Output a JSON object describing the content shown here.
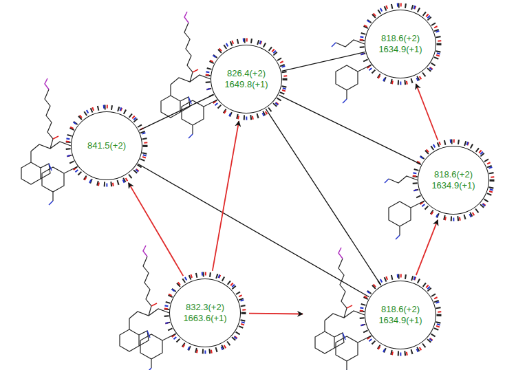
{
  "diagram": {
    "nodes": [
      {
        "text": [
          "826.4(+2)",
          "1649.8(+1)"
        ]
      },
      {
        "text": [
          "818.6(+2)",
          "1634.9(+1)"
        ]
      },
      {
        "text": [
          "841.5(+2)"
        ]
      },
      {
        "text": [
          "818.6(+2)",
          "1634.9(+1)"
        ]
      },
      {
        "text": [
          "832.3(+2)",
          "1663.6(+1)"
        ]
      },
      {
        "text": [
          "818.6(+2)",
          "1634.9(+1)"
        ]
      }
    ],
    "edges": [
      {
        "from": 0,
        "to": 1,
        "arrow": "none"
      },
      {
        "from": 2,
        "to": 0,
        "arrow": "none"
      },
      {
        "from": 0,
        "to": 3,
        "arrow": "none"
      },
      {
        "from": 0,
        "to": 5,
        "arrow": "none"
      },
      {
        "from": 2,
        "to": 5,
        "arrow": "none"
      },
      {
        "from": 4,
        "to": 2,
        "arrow": "to"
      },
      {
        "from": 4,
        "to": 0,
        "arrow": "to"
      },
      {
        "from": 4,
        "to": 5,
        "arrow": "to"
      },
      {
        "from": 5,
        "to": 3,
        "arrow": "to"
      },
      {
        "from": 3,
        "to": 1,
        "arrow": "to"
      }
    ]
  }
}
